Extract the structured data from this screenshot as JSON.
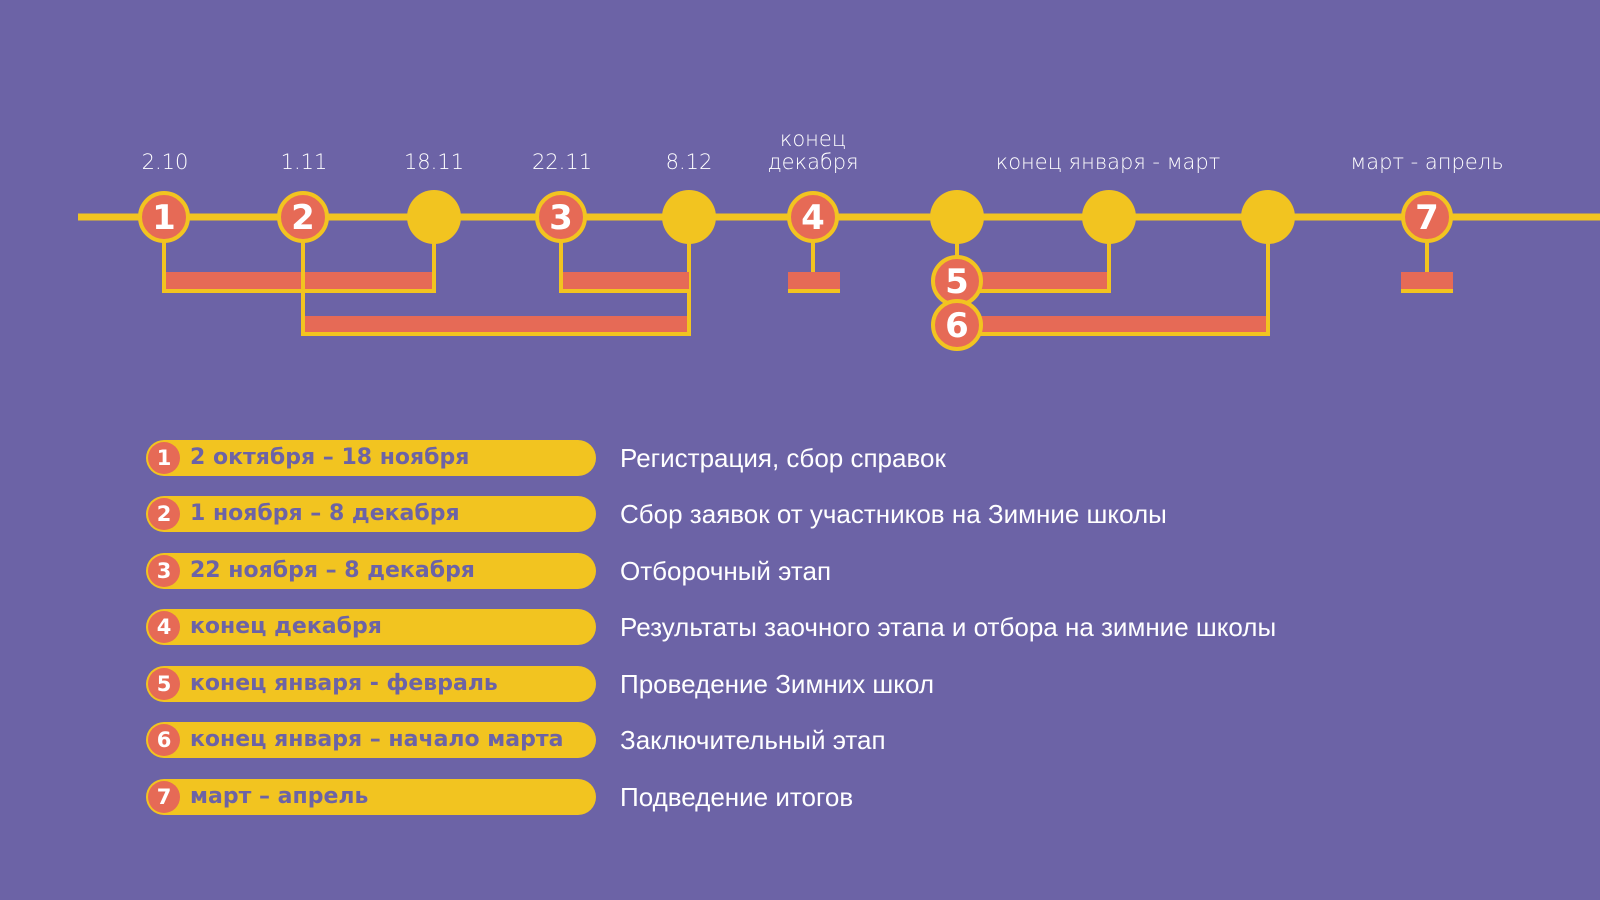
{
  "colors": {
    "background": "#6c63a6",
    "yellow": "#f2c420",
    "coral": "#e66a56",
    "white": "#ffffff"
  },
  "timeline": {
    "date_labels": [
      {
        "id": "d1",
        "text": "2.10"
      },
      {
        "id": "d2",
        "text": "1.11"
      },
      {
        "id": "d3",
        "text": "18.11"
      },
      {
        "id": "d4",
        "text": "22.11"
      },
      {
        "id": "d5",
        "text": "8.12"
      },
      {
        "id": "d6",
        "lines": [
          "конец",
          "декабря"
        ]
      },
      {
        "id": "d7",
        "text": "конец января - март"
      },
      {
        "id": "d8",
        "text": "март - апрель"
      }
    ],
    "nodes": [
      {
        "label": "1",
        "type": "numbered"
      },
      {
        "label": "2",
        "type": "numbered"
      },
      {
        "label": "",
        "type": "plain"
      },
      {
        "label": "3",
        "type": "numbered"
      },
      {
        "label": "",
        "type": "plain"
      },
      {
        "label": "4",
        "type": "numbered"
      },
      {
        "label": "",
        "type": "plain"
      },
      {
        "label": "",
        "type": "plain"
      },
      {
        "label": "",
        "type": "plain"
      },
      {
        "label": "7",
        "type": "numbered"
      }
    ],
    "sub_nodes": [
      {
        "label": "5"
      },
      {
        "label": "6"
      }
    ]
  },
  "legend": [
    {
      "num": "1",
      "dates": "2 октября – 18 ноября",
      "description": "Регистрация, сбор справок"
    },
    {
      "num": "2",
      "dates": "1 ноября  – 8 декабря",
      "description": "Сбор заявок от участников на Зимние школы"
    },
    {
      "num": "3",
      "dates": "22 ноября – 8 декабря",
      "description": "Отборочный этап"
    },
    {
      "num": "4",
      "dates": "конец декабря",
      "description": "Результаты заочного этапа и отбора на зимние школы"
    },
    {
      "num": "5",
      "dates": "конец января - февраль",
      "description": "Проведение Зимних школ"
    },
    {
      "num": "6",
      "dates": "конец января – начало марта",
      "description": "Заключительный этап"
    },
    {
      "num": "7",
      "dates": "март – апрель",
      "description": "Подведение итогов"
    }
  ]
}
